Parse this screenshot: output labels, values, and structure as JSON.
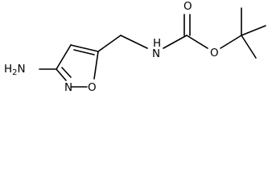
{
  "atoms": {
    "amino": "H2N",
    "ring_nitrogen": "N",
    "ring_oxygen": "O",
    "amide_nitrogen": "H",
    "amide_nitrogen_symbol": "N",
    "carbonyl_oxygen": "O",
    "ester_oxygen": "O"
  },
  "colors": {
    "bond": "#000000",
    "label": "#000000",
    "background": "#ffffff"
  }
}
